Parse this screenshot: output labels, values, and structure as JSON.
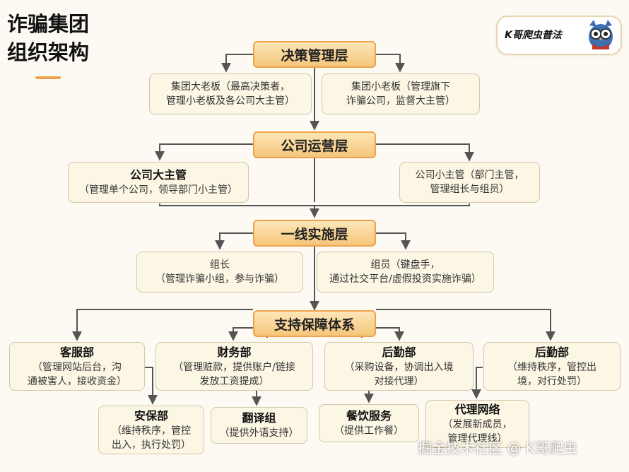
{
  "title": {
    "line1": "诈骗集团",
    "line2": "组织架构"
  },
  "brand": {
    "text": "K哥爬虫普法",
    "mascot_icon": "owl-mascot-icon"
  },
  "layers": {
    "decision": "决策管理层",
    "operations": "公司运营层",
    "frontline": "一线实施层",
    "support": "支持保障体系"
  },
  "boxes": {
    "big_boss": {
      "line1": "集团大老板（最高决策者，",
      "line2": "管理小老板及各公司大主管）"
    },
    "small_boss": {
      "line1": "集团小老板（管理旗下",
      "line2": "诈骗公司，监督大主管）"
    },
    "company_head": {
      "head": "公司大主管",
      "body": "（管理单个公司，领导部门小主管）"
    },
    "company_sub": {
      "line1": "公司小主管（部门主管，",
      "line2": "管理组长与组员）"
    },
    "team_leader": {
      "line1": "组长",
      "line2": "（管理诈骗小组，参与诈骗）"
    },
    "member": {
      "line1": "组员（键盘手，",
      "line2": "通过社交平台/虚假投资实施诈骗）"
    },
    "customer_service": {
      "head": "客服部",
      "line1": "（管理网站后台，沟",
      "line2": "通被害人，接收资金）"
    },
    "finance": {
      "head": "财务部",
      "line1": "（管理赃款，提供账户/链接",
      "line2": "发放工资提成）"
    },
    "logistics_a": {
      "head": "后勤部",
      "line1": "（采购设备，协调出入境",
      "line2": "对接代理）"
    },
    "logistics_b": {
      "head": "后勤部",
      "line1": "（维持秩序，管控出",
      "line2": "境，对行处罚）"
    },
    "security": {
      "head": "安保部",
      "line1": "（维持秩序，管控",
      "line2": "出入，执行处罚）"
    },
    "translation": {
      "head": "翻译组",
      "line1": "（提供外语支持）"
    },
    "catering": {
      "head": "餐饮服务",
      "line1": "（提供工作餐）"
    },
    "agent_network": {
      "head": "代理网络",
      "line1": "（发展新成员，",
      "line2": "管理代理线）"
    }
  },
  "watermark": "掘金技术社区 @ K哥爬虫",
  "colors": {
    "layer_fill": "#f5c67a",
    "layer_border": "#f0a24a",
    "box_fill": "#fcf6e4",
    "line": "#555555"
  }
}
